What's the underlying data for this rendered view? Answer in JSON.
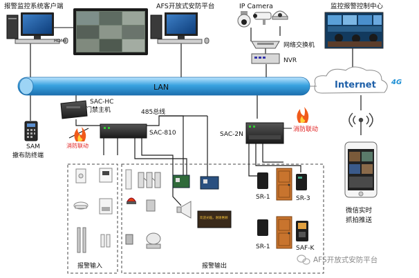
{
  "labels": {
    "client": "报警监控系统客户端",
    "hdmi": "HDMI",
    "afs_platform": "AFS开放式安防平台",
    "ip_camera": "IP Camera",
    "switch": "网络交换机",
    "nvr": "NVR",
    "center": "监控报警控制中心",
    "lan": "LAN",
    "internet": "Internet",
    "g4": "4G",
    "sac_hc_1": "SAC-HC",
    "sac_hc_2": "门禁主机",
    "bus485": "485总线",
    "sac_810": "SAC-810",
    "sam_1": "SAM",
    "sam_2": "撤布防终端",
    "fire_left": "消防联动",
    "sac_2n": "SAC-2N",
    "fire_right": "消防联动",
    "sr1_top": "SR-1",
    "sr3": "SR-3",
    "sr1_bottom": "SR-1",
    "safk": "SAF-K",
    "alarm_in": "报警输入",
    "alarm_out": "报警输出",
    "wechat_1": "微信实时",
    "wechat_2": "抓拍推送",
    "watermark": "AFS开放式安防平台",
    "led_screen": "欢迎光临，谢谢惠顾"
  },
  "colors": {
    "lan_bar": "#3aa3e0",
    "line": "#1a1a1a",
    "fire_text": "#e02020",
    "device_dark": "#2b2b2b",
    "door": "#c8742e"
  }
}
